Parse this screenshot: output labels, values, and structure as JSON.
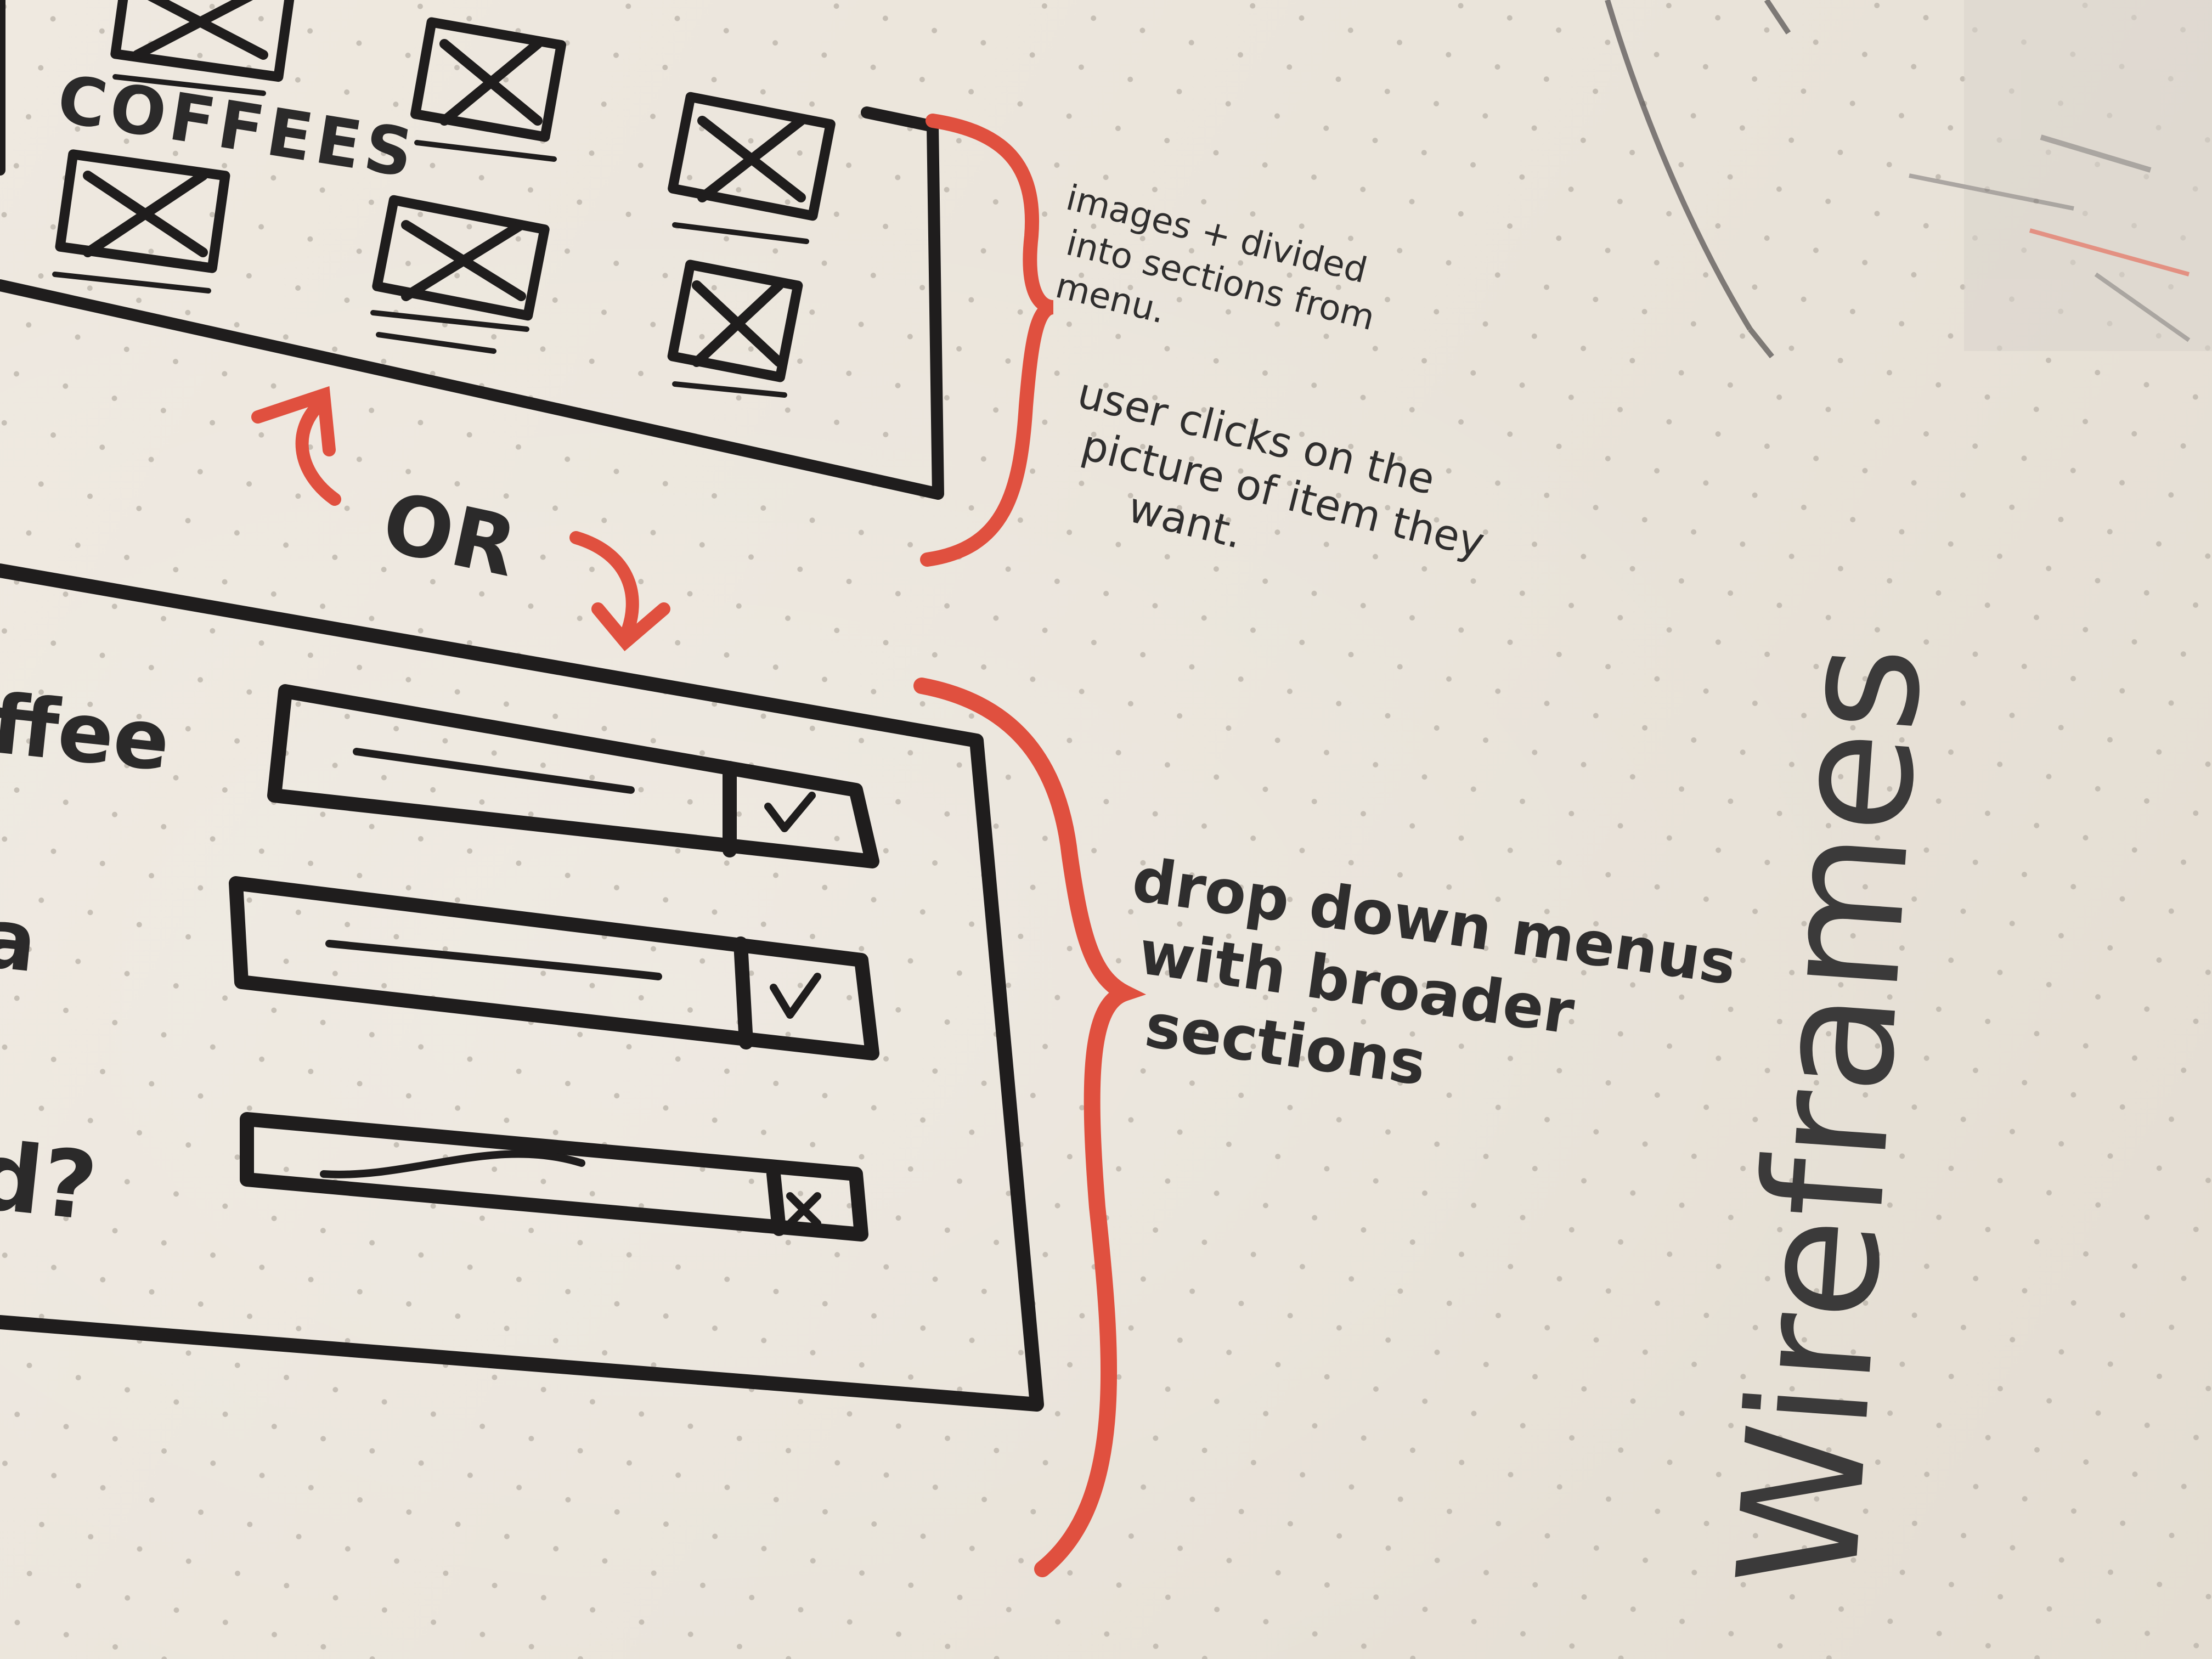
{
  "sketch": {
    "grid_section_label": "COFFEES",
    "or_label": "OR",
    "dropdown_labels": [
      "ffee",
      "a",
      "d?"
    ],
    "note_images": [
      "images + divided",
      "into sections from",
      "menu."
    ],
    "note_user": [
      "user clicks on the",
      "picture of item they",
      "want."
    ],
    "note_dropdown": [
      "drop down menus",
      "with broader",
      "sections"
    ],
    "side_title": "Wireframes"
  },
  "colors": {
    "ink": "#1f1d1d",
    "red_marker": "#e0503f",
    "paper": "#ece6dc",
    "dot": "#b9b2a8"
  }
}
